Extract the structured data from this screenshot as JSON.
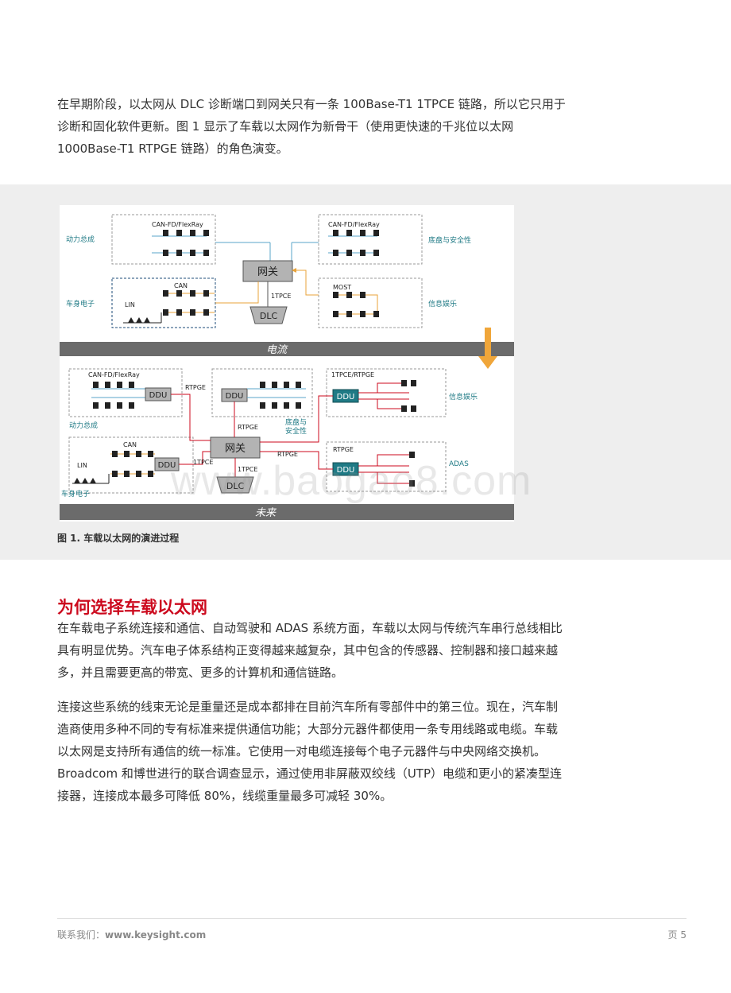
{
  "intro": "在早期阶段，以太网从 DLC 诊断端口到网关只有一条 100Base-T1 1TPCE 链路，所以它只用于诊断和固化软件更新。图 1 显示了车载以太网作为新骨干（使用更快速的千兆位以太网 1000Base-T1 RTPGE 链路）的角色演变。",
  "figure": {
    "current": {
      "bar_label": "电流",
      "powertrain": "动力总成",
      "body": "车身电子",
      "chassis": "底盘与安全性",
      "infotainment": "信息娱乐",
      "can_fd": "CAN-FD/FlexRay",
      "can_fd_right": "CAN-FD/FlexRay",
      "can": "CAN",
      "lin": "LIN",
      "most": "MOST",
      "gateway": "网关",
      "link": "1TPCE",
      "dlc": "DLC"
    },
    "future": {
      "bar_label": "未来",
      "powertrain": "动力总成",
      "body": "车身电子",
      "chassis": "底盘与安全性",
      "chassis_line1": "底盘与",
      "chassis_line2": "安全性",
      "infotainment": "信息娱乐",
      "adas": "ADAS",
      "can_fd": "CAN-FD/FlexRay",
      "can": "CAN",
      "lin": "LIN",
      "ddu": "DDU",
      "rtpge": "RTPGE",
      "tpce_rtpge": "1TPCE/RTPGE",
      "gateway": "网关",
      "link": "1TPCE",
      "dlc": "DLC"
    }
  },
  "caption": "图 1. 车载以太网的演进过程",
  "watermark": "www.baogao8.com",
  "heading": "为何选择车载以太网",
  "p2": "在车载电子系统连接和通信、自动驾驶和 ADAS 系统方面，车载以太网与传统汽车串行总线相比具有明显优势。汽车电子体系结构正变得越来越复杂，其中包含的传感器、控制器和接口越来越多，并且需要更高的带宽、更多的计算机和通信链路。",
  "p3": "连接这些系统的线束无论是重量还是成本都排在目前汽车所有零部件中的第三位。现在，汽车制造商使用多种不同的专有标准来提供通信功能；大部分元器件都使用一条专用线路或电缆。车载以太网是支持所有通信的统一标准。它使用一对电缆连接每个电子元器件与中央网络交换机。Broadcom 和博世进行的联合调查显示，通过使用非屏蔽双绞线（UTP）电缆和更小的紧凑型连接器，连接成本最多可降低 80%，线缆重量最多可减轻 30%。",
  "footer": {
    "contact_label": "联系我们：",
    "url": "www.keysight.com",
    "page": "页 5"
  },
  "colors": {
    "accent_red": "#cc0a1e",
    "teal": "#1f7a85",
    "orange_arrow": "#f0a63a",
    "bar_gray": "#6b6b6b"
  }
}
